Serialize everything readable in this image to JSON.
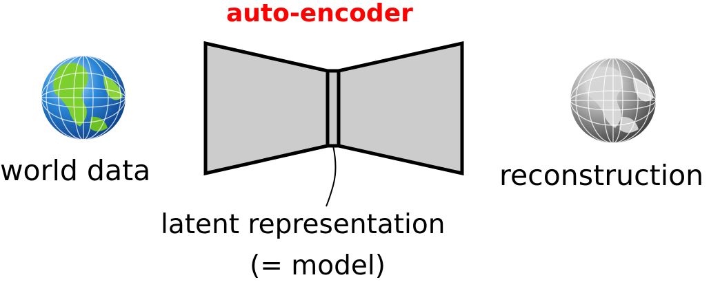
{
  "title": "auto-encoder",
  "input_label": "world data",
  "output_label": "reconstruction",
  "latent_label_line1": "latent representation",
  "latent_label_line2": "(= model)",
  "colors": {
    "title": "#ff0000",
    "encoder_fill": "#cccccc",
    "outline": "#000000",
    "globe_input_ocean": "#2a86d8",
    "globe_input_land": "#7ccf2c",
    "globe_output": "#9a9a9a"
  },
  "icons": {
    "input": "globe-color-icon",
    "output": "globe-grayscale-icon"
  }
}
